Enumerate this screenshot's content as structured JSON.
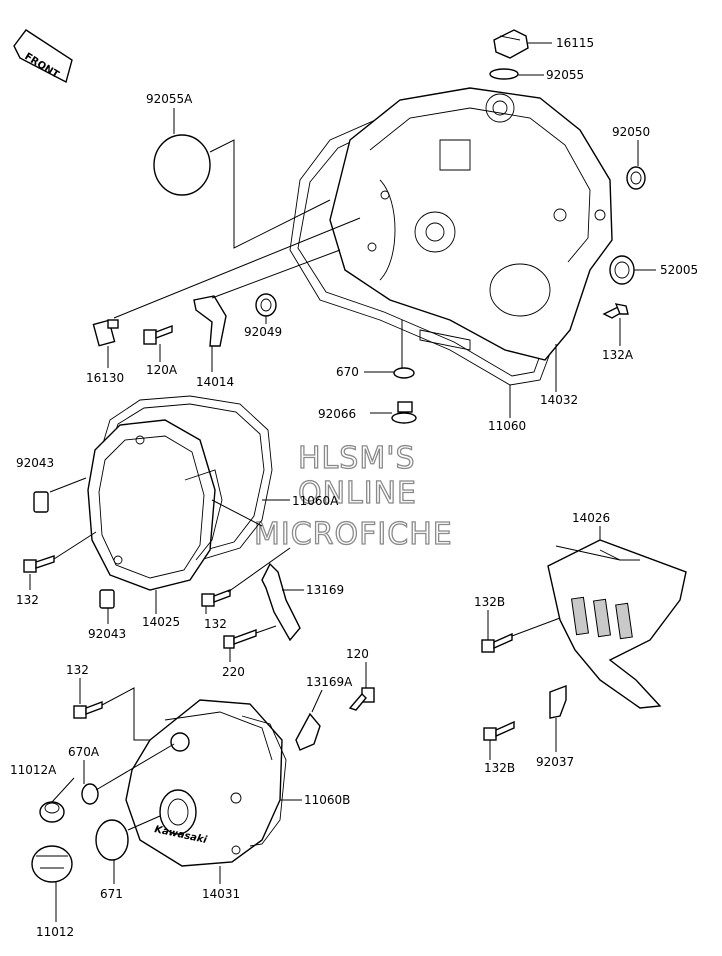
{
  "front_indicator": "FRONT",
  "brand_text": "Kawasaki",
  "watermark": [
    "HLSM'S",
    "ONLINE",
    "MICROFICHE"
  ],
  "part_labels": {
    "p16115": "16115",
    "p92055": "92055",
    "p92055A": "92055A",
    "p92050": "92050",
    "p52005": "52005",
    "p132A": "132A",
    "p14032": "14032",
    "p11060": "11060",
    "p16130": "16130",
    "p120A": "120A",
    "p14014": "14014",
    "p92049": "92049",
    "p670": "670",
    "p92066": "92066",
    "p92043a": "92043",
    "p11060A": "11060A",
    "p132a": "132",
    "p14025": "14025",
    "p92043b": "92043",
    "p132b": "132",
    "p13169": "13169",
    "p220": "220",
    "p14026": "14026",
    "p132B1": "132B",
    "p132c": "132",
    "p120": "120",
    "p13169A": "13169A",
    "p670A": "670A",
    "p11012A": "11012A",
    "p11060B": "11060B",
    "p671": "671",
    "p14031": "14031",
    "p11012": "11012",
    "p92037": "92037",
    "p132B2": "132B"
  }
}
